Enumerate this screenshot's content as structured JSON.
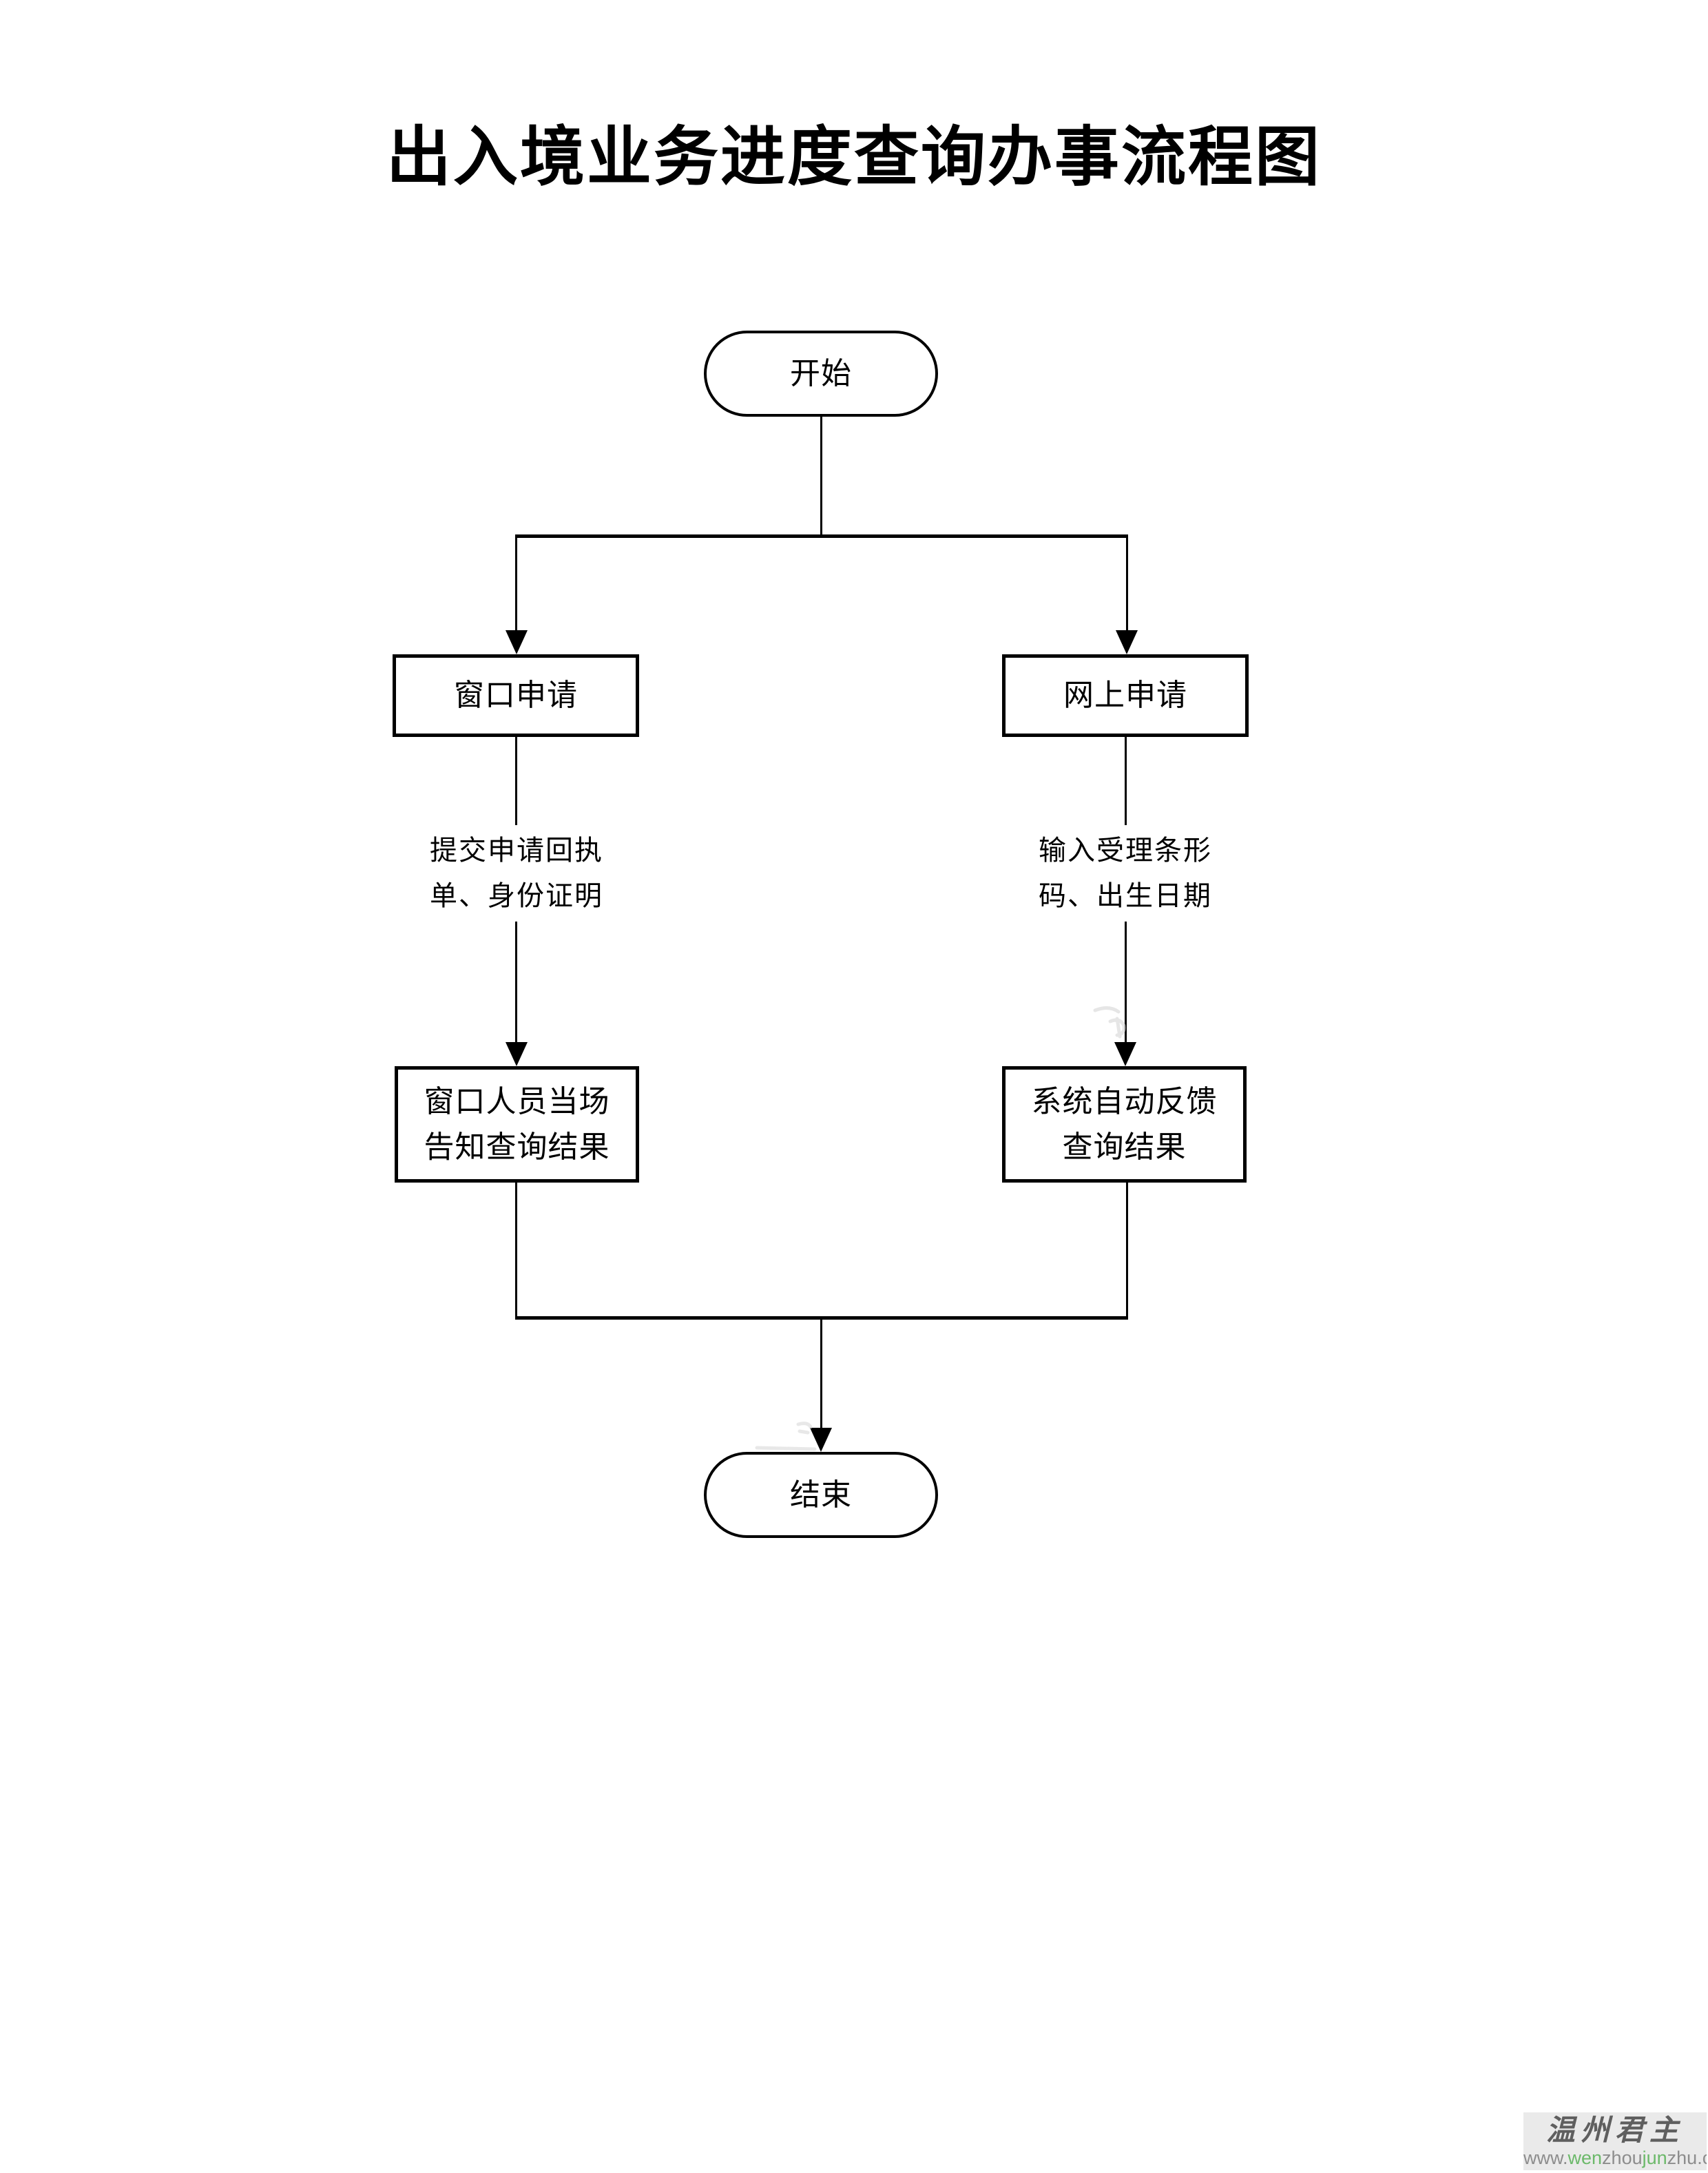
{
  "title": "出入境业务进度查询办事流程图",
  "flowchart": {
    "start": {
      "label": "开始"
    },
    "end": {
      "label": "结束"
    },
    "left_branch": {
      "box1": {
        "label": "窗口申请"
      },
      "edge_label": {
        "lines": [
          "提交申请回执",
          "单、身份证明"
        ]
      },
      "box2": {
        "lines": [
          "窗口人员当场",
          "告知查询结果"
        ]
      }
    },
    "right_branch": {
      "box1": {
        "label": "网上申请"
      },
      "edge_label": {
        "lines": [
          "输入受理条形",
          "码、出生日期"
        ]
      },
      "box2": {
        "lines": [
          "系统自动反馈",
          "查询结果"
        ]
      }
    }
  },
  "site_watermark": {
    "brand": "温州君主",
    "url_segments": [
      {
        "text": "www.",
        "color": "#8d8d8d"
      },
      {
        "text": "wen",
        "color": "#6cb96a"
      },
      {
        "text": "zhou",
        "color": "#8d8d8d"
      },
      {
        "text": "jun",
        "color": "#6cb96a"
      },
      {
        "text": "zhu",
        "color": "#8d8d8d"
      },
      {
        "text": ".com",
        "color": "#8d8d8d"
      }
    ],
    "background": "#eaeaea",
    "brand_color": "#5f5f5f"
  },
  "colors": {
    "line": "#000000",
    "background": "#ffffff"
  }
}
